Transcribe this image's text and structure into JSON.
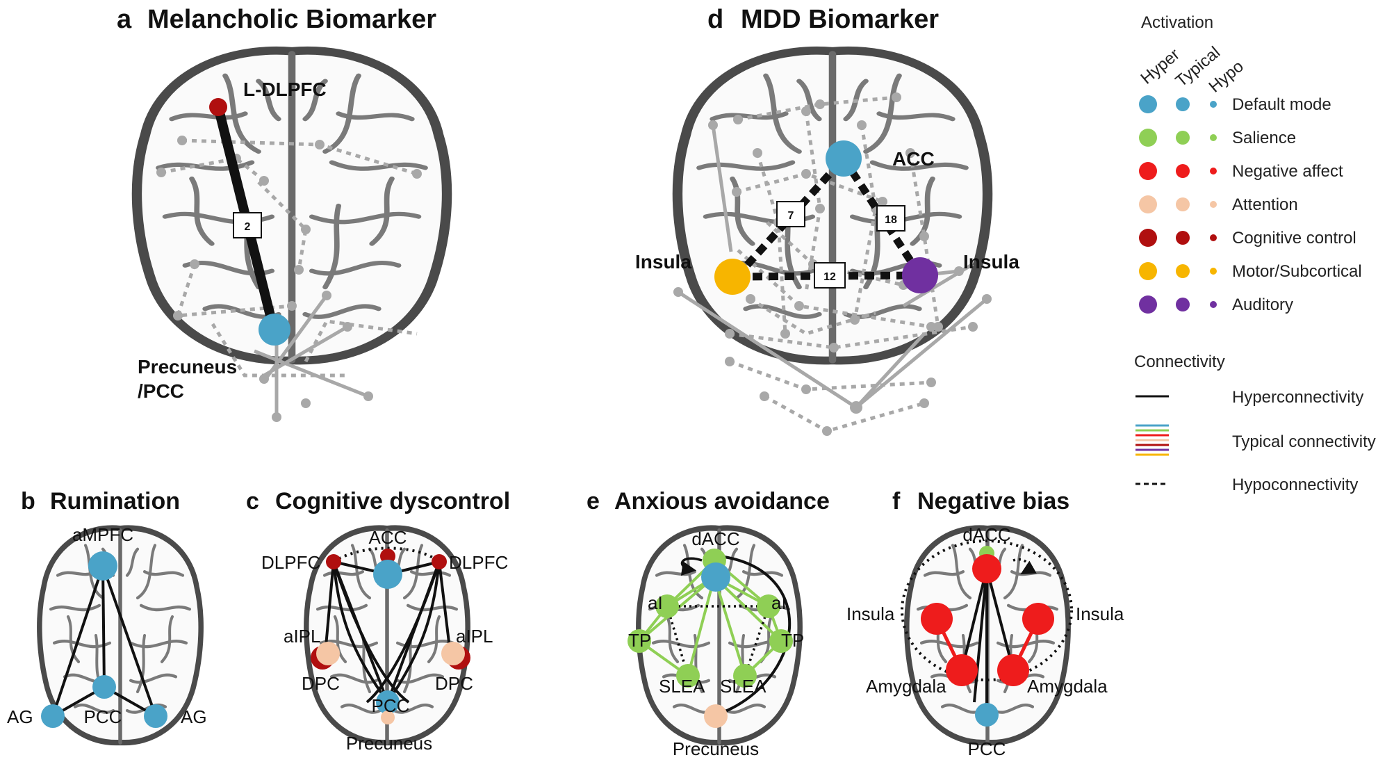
{
  "panels": {
    "a": {
      "letter": "a",
      "title": "Melancholic Biomarker",
      "labels": {
        "dlpfc": "L-DLPFC",
        "precuneus_1": "Precuneus",
        "precuneus_2": "/PCC"
      },
      "edge_count": "2"
    },
    "b": {
      "letter": "b",
      "title": "Rumination",
      "labels": {
        "ampfc": "aMPFC",
        "pcc": "PCC",
        "ag_left": "AG",
        "ag_right": "AG"
      }
    },
    "c": {
      "letter": "c",
      "title": "Cognitive dyscontrol",
      "labels": {
        "acc": "ACC",
        "dlpfc_left": "DLPFC",
        "dlpfc_right": "DLPFC",
        "aipl_left": "aIPL",
        "aipl_right": "aIPL",
        "dpc_left": "DPC",
        "dpc_right": "DPC",
        "pcc": "PCC",
        "precuneus": "Precuneus"
      }
    },
    "d": {
      "letter": "d",
      "title": "MDD Biomarker",
      "labels": {
        "acc": "ACC",
        "insula_left": "Insula",
        "insula_right": "Insula"
      },
      "edge_counts": {
        "left": "7",
        "right": "18",
        "bottom": "12"
      }
    },
    "e": {
      "letter": "e",
      "title": "Anxious avoidance",
      "labels": {
        "dacc": "dACC",
        "ai_left": "aI",
        "ai_right": "aI",
        "tp_left": "TP",
        "tp_right": "TP",
        "slea_left": "SLEA",
        "slea_right": "SLEA",
        "precuneus": "Precuneus"
      }
    },
    "f": {
      "letter": "f",
      "title": "Negative bias",
      "labels": {
        "dacc": "dACC",
        "insula_left": "Insula",
        "insula_right": "Insula",
        "amygdala_left": "Amygdala",
        "amygdala_right": "Amygdala",
        "pcc": "PCC"
      }
    }
  },
  "legend": {
    "activation": {
      "title": "Activation",
      "columns": [
        "Hyper",
        "Typical",
        "Hypo"
      ],
      "networks": [
        {
          "name": "Default mode",
          "color": "#4aa3c8"
        },
        {
          "name": "Salience",
          "color": "#8fcf55"
        },
        {
          "name": "Negative affect",
          "color": "#ee1c1c"
        },
        {
          "name": "Attention",
          "color": "#f5c6a5"
        },
        {
          "name": "Cognitive control",
          "color": "#b00f0f"
        },
        {
          "name": "Motor/Subcortical",
          "color": "#f7b500"
        },
        {
          "name": "Auditory",
          "color": "#7030a0"
        }
      ]
    },
    "connectivity": {
      "title": "Connectivity",
      "items": [
        {
          "name": "Hyperconnectivity",
          "style": "solid-black"
        },
        {
          "name": "Typical connectivity",
          "style": "colored-lines",
          "colors": [
            "#4aa3c8",
            "#8fcf55",
            "#ee1c1c",
            "#f5c6a5",
            "#b00f0f",
            "#7030a0",
            "#f7b500"
          ]
        },
        {
          "name": "Hypoconnectivity",
          "style": "dashed-black"
        }
      ]
    }
  }
}
